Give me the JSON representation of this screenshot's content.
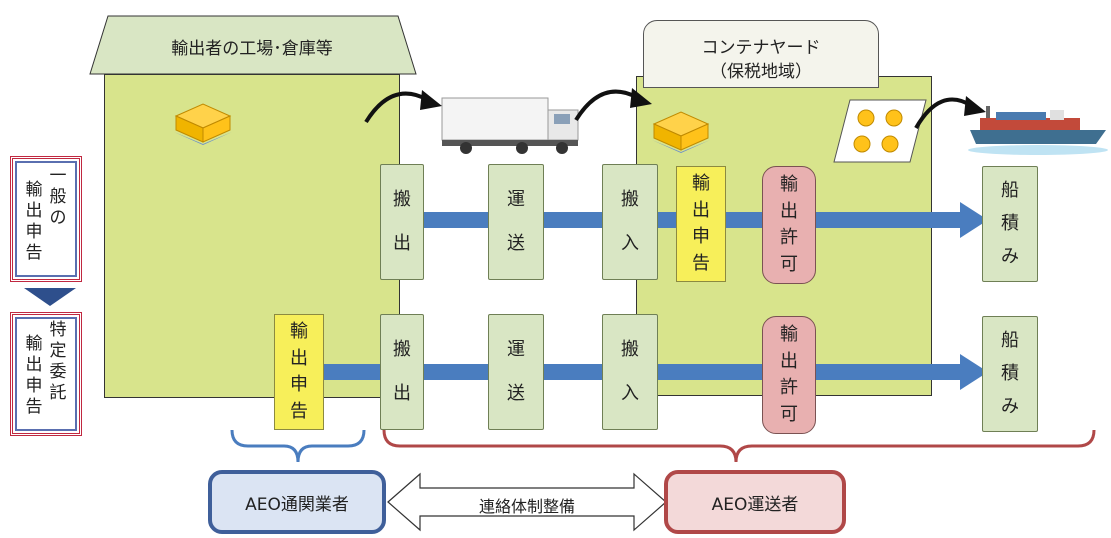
{
  "factory": {
    "title": "輸出者の工場･倉庫等"
  },
  "yard": {
    "title_line1": "コンテナヤード",
    "title_line2": "（保税地域）"
  },
  "rows": {
    "general": {
      "label": [
        "一",
        "般",
        "の"
      ],
      "label2": [
        "輸",
        "出",
        "申",
        "告"
      ],
      "steps": {
        "carry_out": [
          "搬",
          "出"
        ],
        "transport": [
          "運",
          "送"
        ],
        "carry_in": [
          "搬",
          "入"
        ],
        "declaration": [
          "輸",
          "出",
          "申",
          "告"
        ],
        "permit": [
          "輸",
          "出",
          "許",
          "可"
        ],
        "loading": [
          "船",
          "積",
          "み"
        ]
      }
    },
    "specific": {
      "label": [
        "特",
        "定",
        "委",
        "託"
      ],
      "label2": [
        "輸",
        "出",
        "申",
        "告"
      ],
      "steps": {
        "declaration": [
          "輸",
          "出",
          "申",
          "告"
        ],
        "carry_out": [
          "搬",
          "出"
        ],
        "transport": [
          "運",
          "送"
        ],
        "carry_in": [
          "搬",
          "入"
        ],
        "permit": [
          "輸",
          "出",
          "許",
          "可"
        ],
        "loading": [
          "船",
          "積",
          "み"
        ]
      }
    }
  },
  "bottom": {
    "customs_broker": "AEO通関業者",
    "liaison": "連絡体制整備",
    "carrier": "AEO運送者"
  },
  "colors": {
    "zone": "#d8e48c",
    "arrow": "#4a7dbf",
    "step": "#d9e6c4",
    "declaration": "#f7ef5a",
    "permit": "#e8b0b0",
    "broker_fill": "#dbe4f3",
    "broker_border": "#3f5f9a",
    "carrier_fill": "#f3d9d9",
    "carrier_border": "#b04848"
  },
  "icons": [
    "pallet-icon",
    "truck-icon",
    "ship-icon",
    "curved-arrow-icon"
  ]
}
